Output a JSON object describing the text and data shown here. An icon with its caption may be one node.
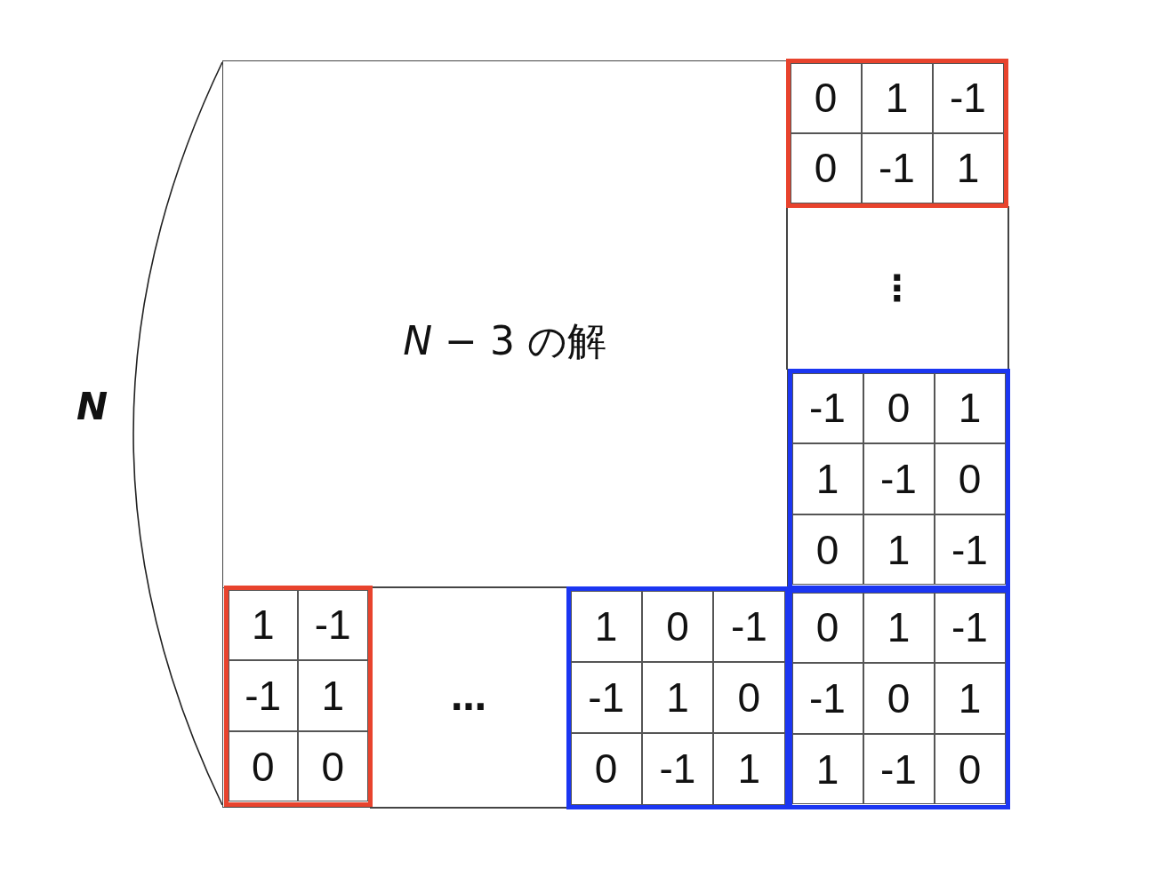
{
  "diagram": {
    "nodes": [
      {
        "text": [],
        "shape": "box"
      },
      {
        "text": [
          "*N* − 3 の解"
        ],
        "in": 0
      },
      {
        "text": [
          "0",
          "1",
          "-1",
          "0",
          "-1",
          "1"
        ],
        "in": 0
      },
      {
        "text": [
          "⋮"
        ],
        "in": 0
      },
      {
        "text": [
          "-1",
          "0",
          "1",
          "1",
          "-1",
          "0",
          "0",
          "1",
          "-1"
        ],
        "in": 0
      },
      {
        "text": [
          "1",
          "-1",
          "-1",
          "1",
          "0",
          "0"
        ],
        "in": 0
      },
      {
        "text": [
          "…"
        ],
        "in": 0
      },
      {
        "text": [
          "1",
          "0",
          "-1",
          "-1",
          "1",
          "0",
          "0",
          "-1",
          "1"
        ],
        "in": 0
      },
      {
        "text": [
          "0",
          "1",
          "-1",
          "-1",
          "0",
          "1",
          "1",
          "-1",
          "0"
        ],
        "in": 0
      }
    ],
    "edges": [],
    "labels": [
      "N"
    ]
  }
}
